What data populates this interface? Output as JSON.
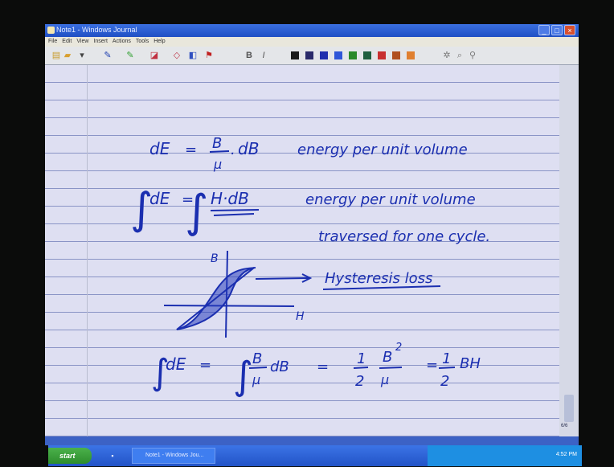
{
  "window": {
    "title": "Note1 - Windows Journal",
    "buttons": {
      "minimize": "_",
      "maximize": "□",
      "close": "×"
    }
  },
  "menu": [
    "File",
    "Edit",
    "View",
    "Insert",
    "Actions",
    "Tools",
    "Help"
  ],
  "toolbar": {
    "pen_colors": [
      "#1b1b1b",
      "#2a2a6a",
      "#1f2fae",
      "#2f56d8",
      "#2a8a2a",
      "#1f5f3f",
      "#c83030",
      "#b05020",
      "#e08030"
    ],
    "bold_label": "B",
    "italic_label": "I"
  },
  "notes": {
    "line1_lhs": "dE",
    "line1_eq": "=",
    "line1_num": "B",
    "line1_den": "μ",
    "line1_dot": ".",
    "line1_db": "dB",
    "line1_desc": "energy per unit volume",
    "line2_int": "∫",
    "line2_lhs": "dE",
    "line2_eq": "=",
    "line2_int2": "∫",
    "line2_rhs": "H·dB",
    "line2_desc_a": "energy per unit volume",
    "line2_desc_b": "traversed for one cycle.",
    "graph_label_b": "B",
    "graph_label_h": "H",
    "hysteresis_label": "Hysteresis loss",
    "line3_int": "∫",
    "line3_lhs": "dE",
    "line3_eq1": "=",
    "line3_int2": "∫",
    "line3_num": "B",
    "line3_den": "μ",
    "line3_db": "dB",
    "line3_eq2": "=",
    "line3_half_num": "1",
    "line3_half_den": "2",
    "line3_b2": "B",
    "line3_sq": "2",
    "line3_mu": "μ",
    "line3_eq3": "=",
    "line3_half2_num": "1",
    "line3_half2_den": "2",
    "line3_bh": "BH"
  },
  "status": {
    "page_indicator": "6/6"
  },
  "taskbar": {
    "start_label": "start",
    "task_item": "Note1 - Windows Jou...",
    "clock": "4:52 PM"
  }
}
